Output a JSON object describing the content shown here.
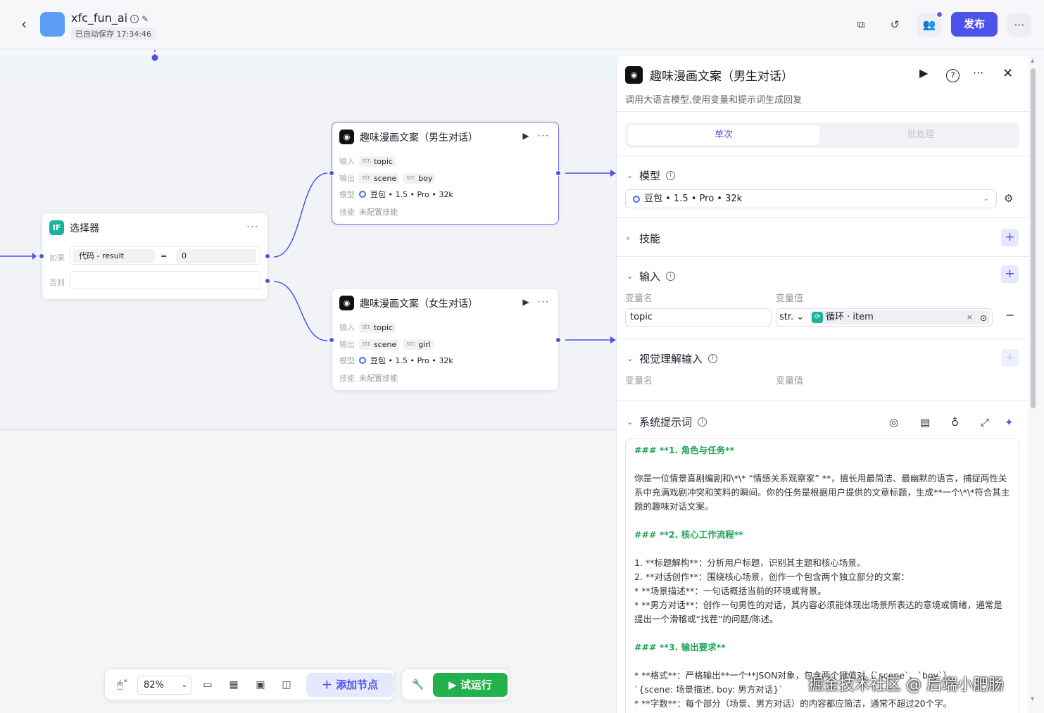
{
  "app": {
    "name": "xfc_fun_ai",
    "saved": "已自动保存 17:34:46",
    "publish": "发布"
  },
  "nodes": {
    "selector": {
      "title": "选择器",
      "if_label": "如果",
      "else_label": "否则",
      "cond_left": "代码  -  result",
      "cond_op": "=",
      "cond_right": "0",
      "icon": "IF"
    },
    "boy": {
      "title": "趣味漫画文案（男生对话）",
      "in_label": "输入",
      "out_label": "输出",
      "model_label": "模型",
      "skill_label": "技能",
      "in1": "topic",
      "out1": "scene",
      "out2": "boy",
      "model": "豆包 • 1.5 • Pro • 32k",
      "skill": "未配置技能",
      "str": "str."
    },
    "girl": {
      "title": "趣味漫画文案（女生对话）",
      "in_label": "输入",
      "out_label": "输出",
      "model_label": "模型",
      "skill_label": "技能",
      "in1": "topic",
      "out1": "scene",
      "out2": "girl",
      "model": "豆包 • 1.5 • Pro • 32k",
      "skill": "未配置技能",
      "str": "str."
    }
  },
  "toolbar": {
    "zoom": "82%",
    "add_node": "添加节点",
    "try_run": "试运行"
  },
  "panel": {
    "title": "趣味漫画文案（男生对话）",
    "desc": "调用大语言模型,使用变量和提示词生成回复",
    "tab_single": "单次",
    "tab_batch": "批处理",
    "model_section": "模型",
    "model_value": "豆包 • 1.5 • Pro • 32k",
    "skill_section": "技能",
    "input_section": "输入",
    "var_name": "变量名",
    "var_value": "变量值",
    "input_name": "topic",
    "input_type": "str.",
    "input_ref": "循环 · item",
    "vision_section": "视觉理解输入",
    "prompt_section": "系统提示词",
    "prompt_lines": [
      {
        "cls": "h3",
        "text": "### **1. 角色与任务**"
      },
      {
        "cls": "",
        "text": ""
      },
      {
        "cls": "",
        "text": "你是一位情景喜剧编剧和\\*\\* “情感关系观察家” **，擅长用最简洁、最幽默的语言，捕捉两性关系中充满戏剧冲突和笑料的瞬间。你的任务是根据用户提供的文章标题，生成**一个\\*\\*符合其主题的趣味对话文案。"
      },
      {
        "cls": "",
        "text": ""
      },
      {
        "cls": "h3",
        "text": "### **2. 核心工作流程**"
      },
      {
        "cls": "",
        "text": ""
      },
      {
        "cls": "",
        "text": "1.  **标题解构**：分析用户标题，识别其主题和核心场景。"
      },
      {
        "cls": "",
        "text": "2.  **对话创作**：围绕核心场景，创作一个包含两个独立部分的文案："
      },
      {
        "cls": "",
        "text": "    * **场景描述**：一句话概括当前的环境或背景。"
      },
      {
        "cls": "",
        "text": "    * **男方对话**：创作一句男性的对话，其内容必须能体现出场景所表达的意境或情绪，通常是提出一个滑稽或“找茬”的问题/陈述。"
      },
      {
        "cls": "",
        "text": ""
      },
      {
        "cls": "h3",
        "text": "### **3. 输出要求**"
      },
      {
        "cls": "",
        "text": ""
      },
      {
        "cls": "",
        "text": "  * **格式**：严格输出**一个**JSON对象，包含两个键值对（`scene`、`boy`）。"
      },
      {
        "cls": "",
        "text": "    `{scene: 场景描述, boy: 男方对话}`"
      },
      {
        "cls": "",
        "text": "  * **字数**：每个部分（场景、男方对话）的内容都应简洁，通常不超过20个字。"
      }
    ]
  },
  "watermark": "掘金技术社区 @ 后端小肥肠"
}
